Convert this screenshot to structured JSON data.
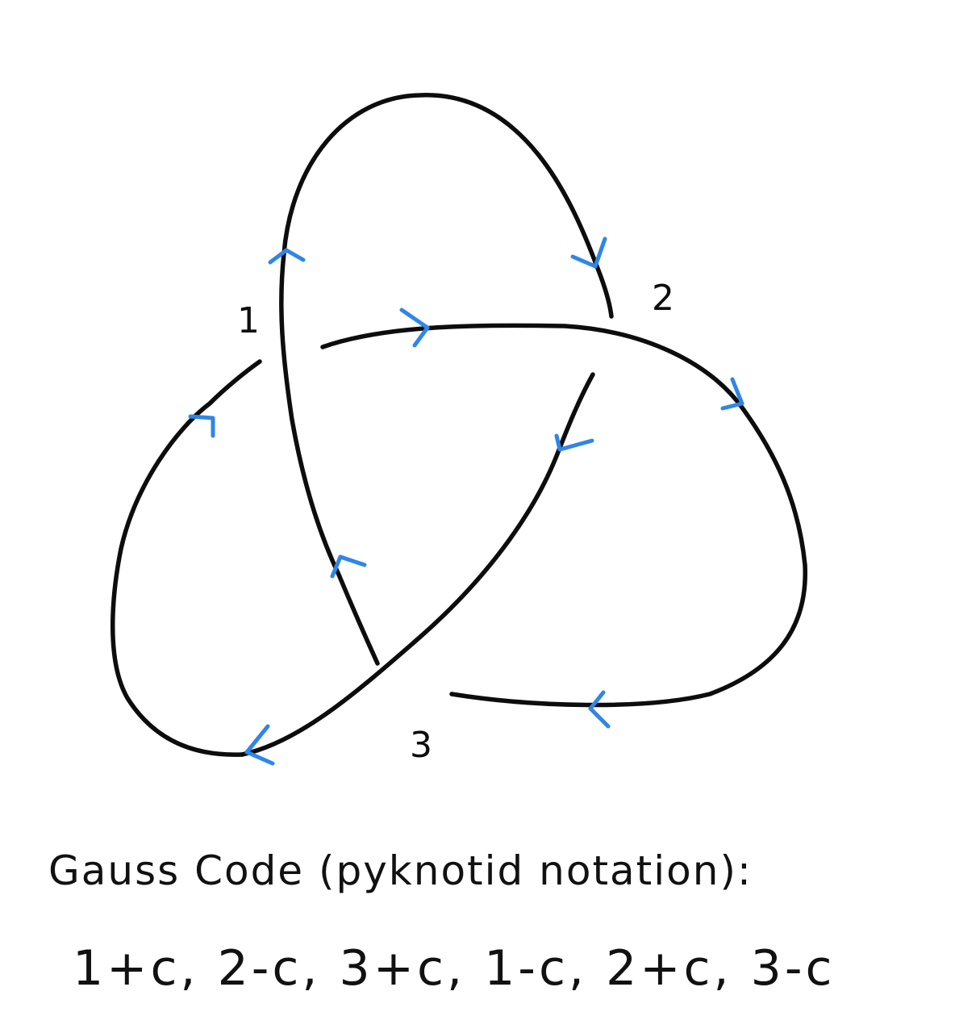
{
  "diagram": {
    "kind": "trefoil knot with oriented strands",
    "crossings": [
      {
        "id": 1,
        "label": "1"
      },
      {
        "id": 2,
        "label": "2"
      },
      {
        "id": 3,
        "label": "3"
      }
    ],
    "colors": {
      "strand": "#0d0d0d",
      "orientation_arrows": "#2f86e6"
    }
  },
  "caption": {
    "title": "Gauss Code (pyknotid notation):",
    "code": "1+c, 2-c, 3+c, 1-c, 2+c, 3-c"
  }
}
